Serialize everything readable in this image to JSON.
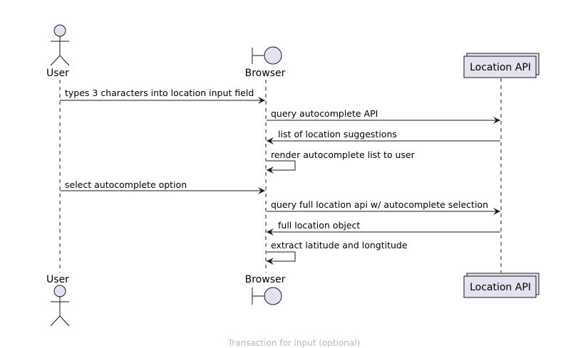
{
  "diagram": {
    "type": "sequence",
    "colors": {
      "participant_fill": "#e2e2f0",
      "participant_stroke": "#181818",
      "lifeline": "#181818",
      "arrow": "#181818",
      "caption": "#b8b8b8"
    },
    "participants": [
      {
        "id": "user",
        "label": "User",
        "shape": "actor",
        "icon": "stick-figure-actor-icon"
      },
      {
        "id": "browser",
        "label": "Browser",
        "shape": "boundary",
        "icon": "boundary-icon"
      },
      {
        "id": "api",
        "label": "Location API",
        "shape": "collections",
        "icon": "collections-icon"
      }
    ],
    "messages": [
      {
        "from": "user",
        "to": "browser",
        "label": "types 3 characters into location input field"
      },
      {
        "from": "browser",
        "to": "api",
        "label": "query autocomplete API"
      },
      {
        "from": "api",
        "to": "browser",
        "label": "list of location suggestions"
      },
      {
        "from": "browser",
        "to": "browser",
        "label": "render autocomplete list to user"
      },
      {
        "from": "user",
        "to": "browser",
        "label": "select autocomplete option"
      },
      {
        "from": "browser",
        "to": "api",
        "label": "query full location api w/ autocomplete selection"
      },
      {
        "from": "api",
        "to": "browser",
        "label": "full location object"
      },
      {
        "from": "browser",
        "to": "browser",
        "label": "extract latitude and longtitude"
      }
    ],
    "caption": "Transaction for input (optional)"
  }
}
